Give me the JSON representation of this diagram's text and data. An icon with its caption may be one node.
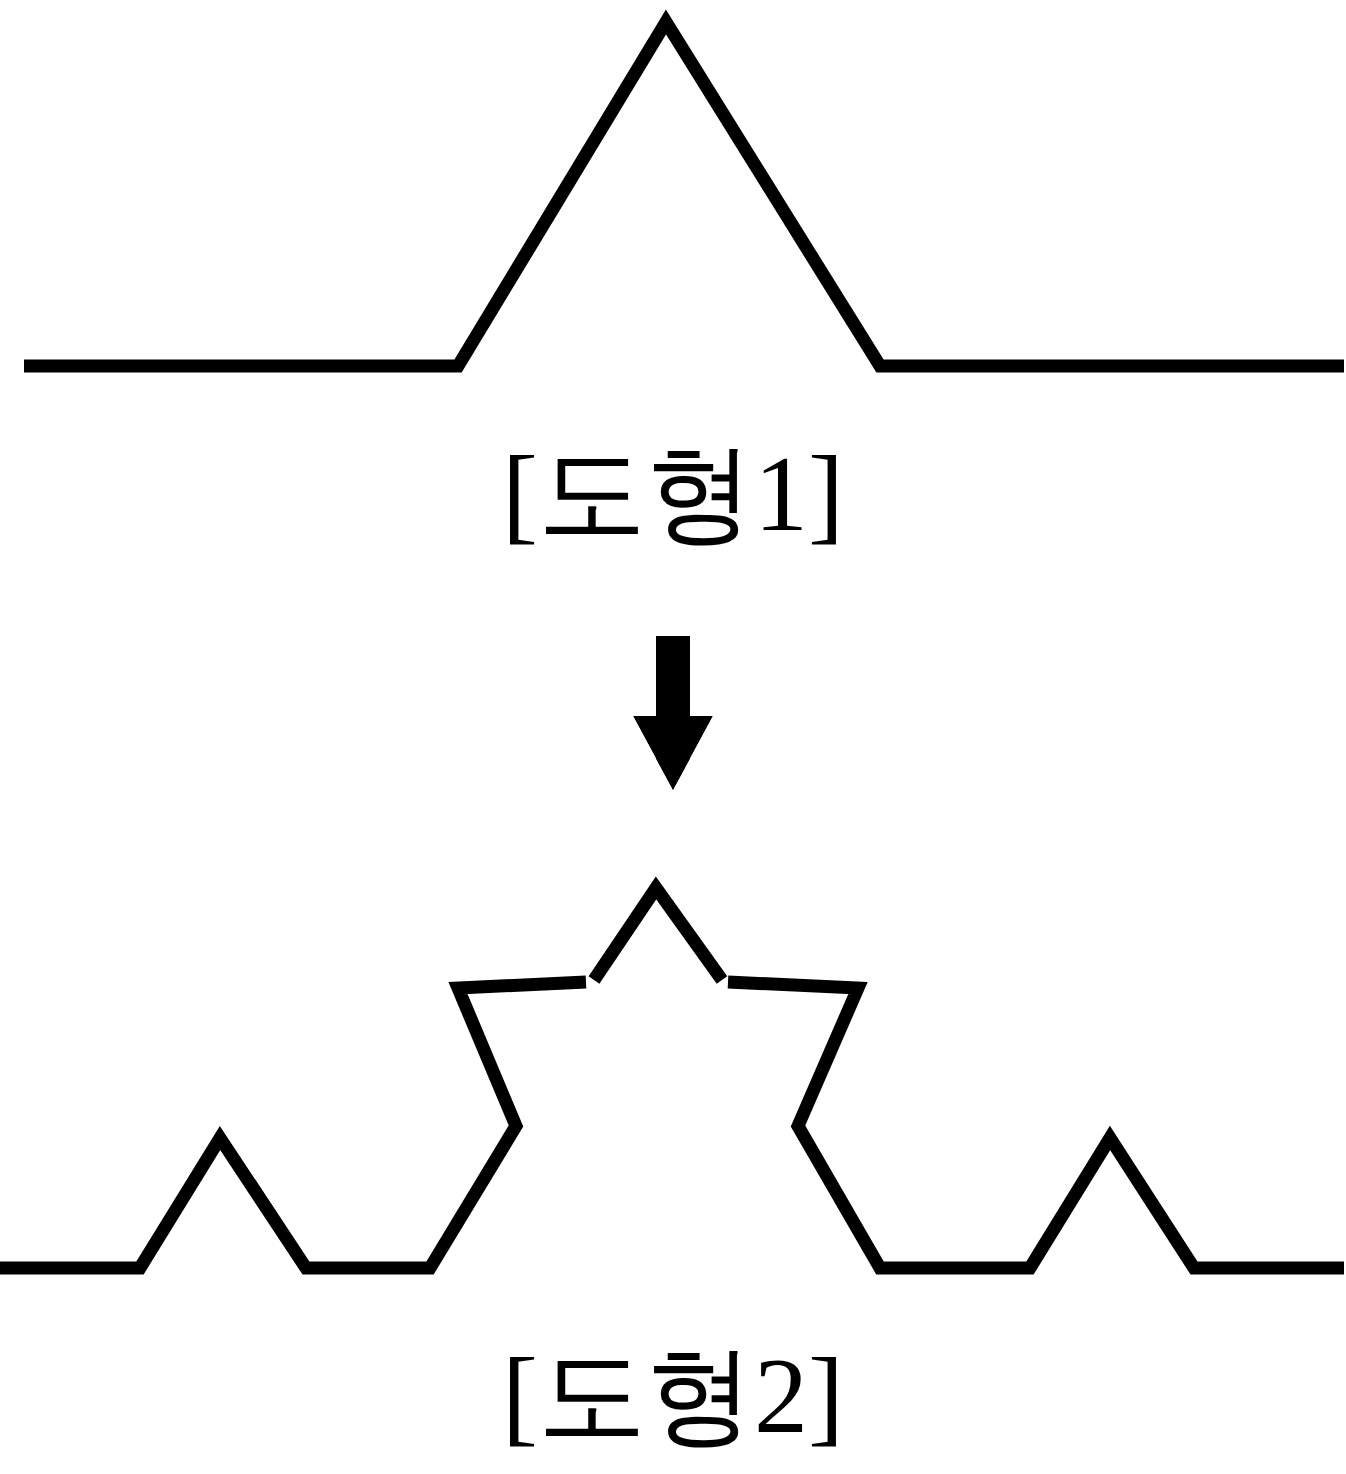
{
  "diagram": {
    "nodes": [
      {
        "text": [
          "[도형1]"
        ]
      },
      {
        "text": [
          "[도형2]"
        ]
      }
    ],
    "edges": [
      {
        "from": 0,
        "to": 1,
        "arrow": "to"
      }
    ]
  }
}
